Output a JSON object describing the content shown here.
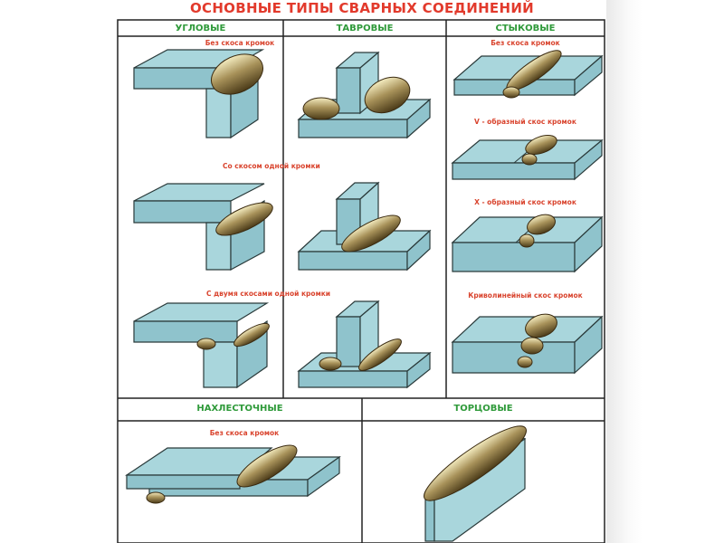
{
  "title": "ОСНОВНЫЕ ТИПЫ СВАРНЫХ СОЕДИНЕНИЙ",
  "sections": {
    "corner": {
      "label": "УГЛОВЫЕ"
    },
    "tee": {
      "label": "ТАВРОВЫЕ"
    },
    "butt": {
      "label": "СТЫКОВЫЕ"
    },
    "lap": {
      "label": "НАХЛЕСТОЧНЫЕ"
    },
    "edge": {
      "label": "ТОРЦОВЫЕ"
    }
  },
  "captions": {
    "corner_tee_row1": "Без скоса кромок",
    "corner_tee_row2": "Со скосом одной кромки",
    "corner_tee_row3": "С двумя скосами одной кромки",
    "butt1": "Без скоса кромок",
    "butt2": "V - образный скос кромок",
    "butt3": "X -  образный скос кромок",
    "butt4": "Криволинейный скос кромок",
    "lap1": "Без скоса кромок"
  },
  "colors": {
    "title": "#e23a2c",
    "header": "#2f9a3a",
    "caption": "#d9442e",
    "metal": "#a9d6dc"
  }
}
